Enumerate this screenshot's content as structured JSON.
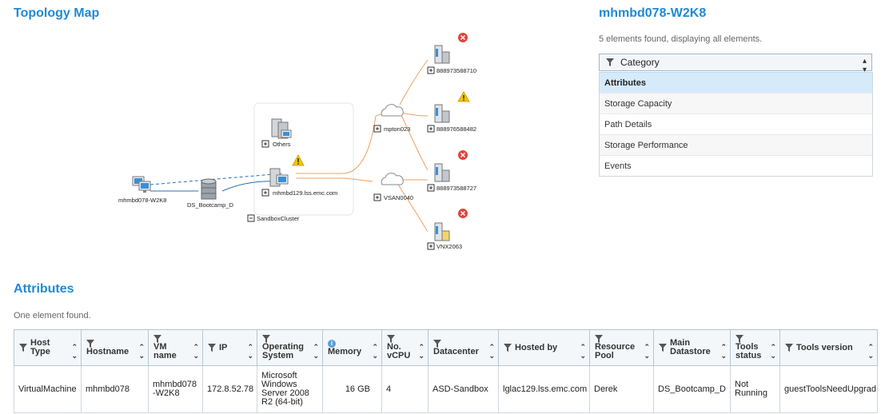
{
  "topology": {
    "title": "Topology Map",
    "nodes": {
      "vm": "mhmbd078-W2K8",
      "datastore": "DS_Bootcamp_D",
      "others": "Others",
      "host": "mhmbd129.lss.emc.com",
      "cluster": "SandboxCluster",
      "fabric1": "mpton023",
      "fabric2": "VSAN0040",
      "array1": "888973588710",
      "array2": "888976588482",
      "array3": "888973588727",
      "array4": "VNX2063"
    }
  },
  "panel": {
    "title": "mhmbd078-W2K8",
    "summary": "5 elements found, displaying all elements.",
    "category_label": "Category",
    "items": [
      {
        "label": "Attributes"
      },
      {
        "label": "Storage Capacity"
      },
      {
        "label": "Path Details"
      },
      {
        "label": "Storage Performance"
      },
      {
        "label": "Events"
      }
    ]
  },
  "attributes": {
    "title": "Attributes",
    "summary": "One element found.",
    "columns": [
      {
        "l1": "Host",
        "l2": "Type"
      },
      {
        "l1": "Hostname",
        "l2": ""
      },
      {
        "l1": "VM",
        "l2": "name"
      },
      {
        "l1": "IP",
        "l2": ""
      },
      {
        "l1": "Operating",
        "l2": "System"
      },
      {
        "l1": "Memory",
        "l2": ""
      },
      {
        "l1": "No.",
        "l2": "vCPU"
      },
      {
        "l1": "Datacenter",
        "l2": ""
      },
      {
        "l1": "Hosted by",
        "l2": ""
      },
      {
        "l1": "Resource",
        "l2": "Pool"
      },
      {
        "l1": "Main",
        "l2": "Datastore"
      },
      {
        "l1": "Tools",
        "l2": "status"
      },
      {
        "l1": "Tools version",
        "l2": ""
      }
    ],
    "row": {
      "host_type": "VirtualMachine",
      "hostname": "mhmbd078",
      "vm_name": "mhmbd078 -W2K8",
      "ip": "172.8.52.78",
      "os": "Microsoft Windows Server 2008 R2 (64-bit)",
      "memory": "16 GB",
      "vcpu": "4",
      "datacenter": "ASD-Sandbox",
      "hosted_by": "lglac129.lss.emc.com",
      "resource_pool": "Derek",
      "main_datastore": "DS_Bootcamp_D",
      "tools_status": "Not Running",
      "tools_version": "guestToolsNeedUpgrad"
    }
  },
  "colors": {
    "accent": "#1f8ad8",
    "error": "#e0453a",
    "warning": "#f5c400",
    "link_orange": "#f0a060",
    "link_blue": "#2a6fb5"
  }
}
